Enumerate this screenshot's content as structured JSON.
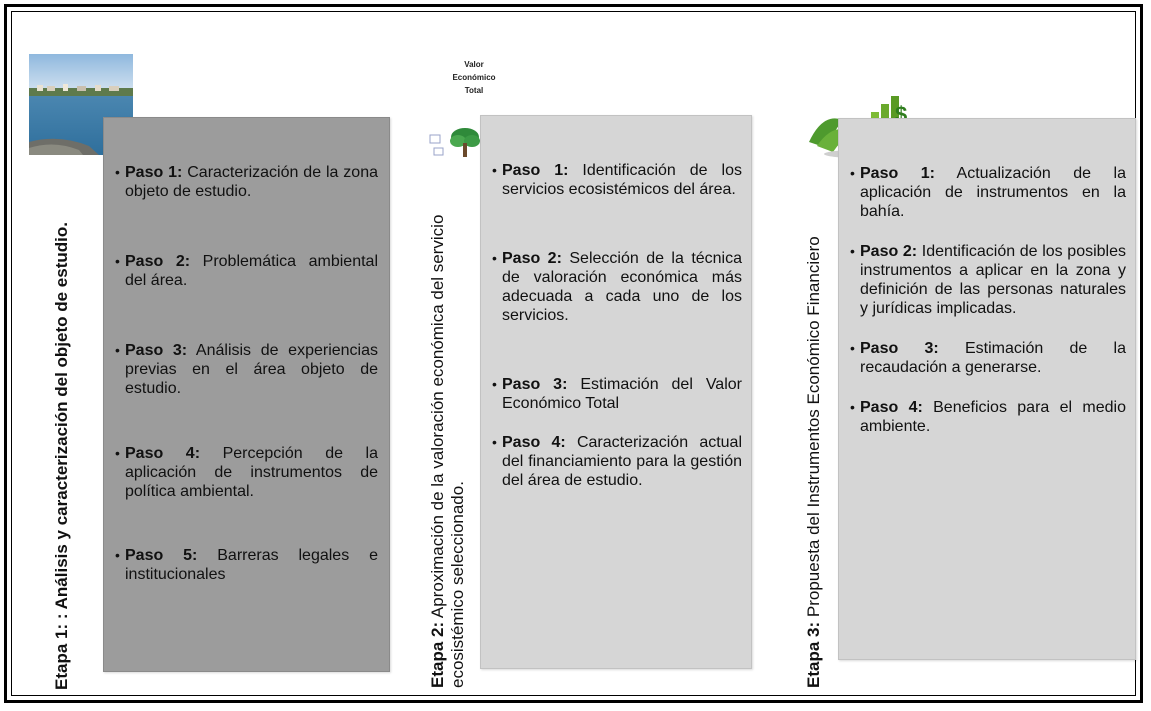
{
  "stages": [
    {
      "label": "Etapa 1:",
      "title": ": Análisis y caracterización del objeto de estudio.",
      "image": "harbor-bay-photo",
      "steps": [
        {
          "label": "Paso 1:",
          "text": "Caracterización de la zona objeto de estudio."
        },
        {
          "label": "Paso 2:",
          "text": "Problemática ambiental del área."
        },
        {
          "label": "Paso 3:",
          "text": "Análisis de experiencias previas en el área objeto de estudio."
        },
        {
          "label": "Paso 4:",
          "text": "Percepción de la aplicación de instrumentos de política ambiental."
        },
        {
          "label": "Paso 5:",
          "text": "Barreras legales e institucionales"
        }
      ]
    },
    {
      "label": "Etapa 2:",
      "title": "Aproximación de la valoración económica del servicio ecosistémico seleccionado.",
      "image": "valor-economico-total-graphic",
      "image_text": [
        "Valor",
        "Económico",
        "Total"
      ],
      "steps": [
        {
          "label": "Paso 1:",
          "text": "Identificación de los servicios ecosistémicos del área."
        },
        {
          "label": "Paso 2:",
          "text": "Selección de la técnica de valoración económica más adecuada a cada uno de los servicios."
        },
        {
          "label": "Paso 3:",
          "text": "Estimación del Valor Económico Total"
        },
        {
          "label": "Paso 4:",
          "text": "Caracterización actual del financiamiento para la gestión del área de estudio."
        }
      ]
    },
    {
      "label": "Etapa 3:",
      "title": "Propuesta del Instrumentos Económico Financiero",
      "image": "green-economy-globe-graphic",
      "steps": [
        {
          "label": "Paso 1:",
          "text": "Actualización de la aplicación de instrumentos en la bahía."
        },
        {
          "label": "Paso 2:",
          "text": "Identificación de los posibles instrumentos a aplicar en la zona y definición de las personas naturales y jurídicas implicadas."
        },
        {
          "label": "Paso 3:",
          "text": "Estimación de la recaudación a generarse."
        },
        {
          "label": "Paso 4:",
          "text": "Beneficios para el medio ambiente."
        }
      ]
    }
  ]
}
